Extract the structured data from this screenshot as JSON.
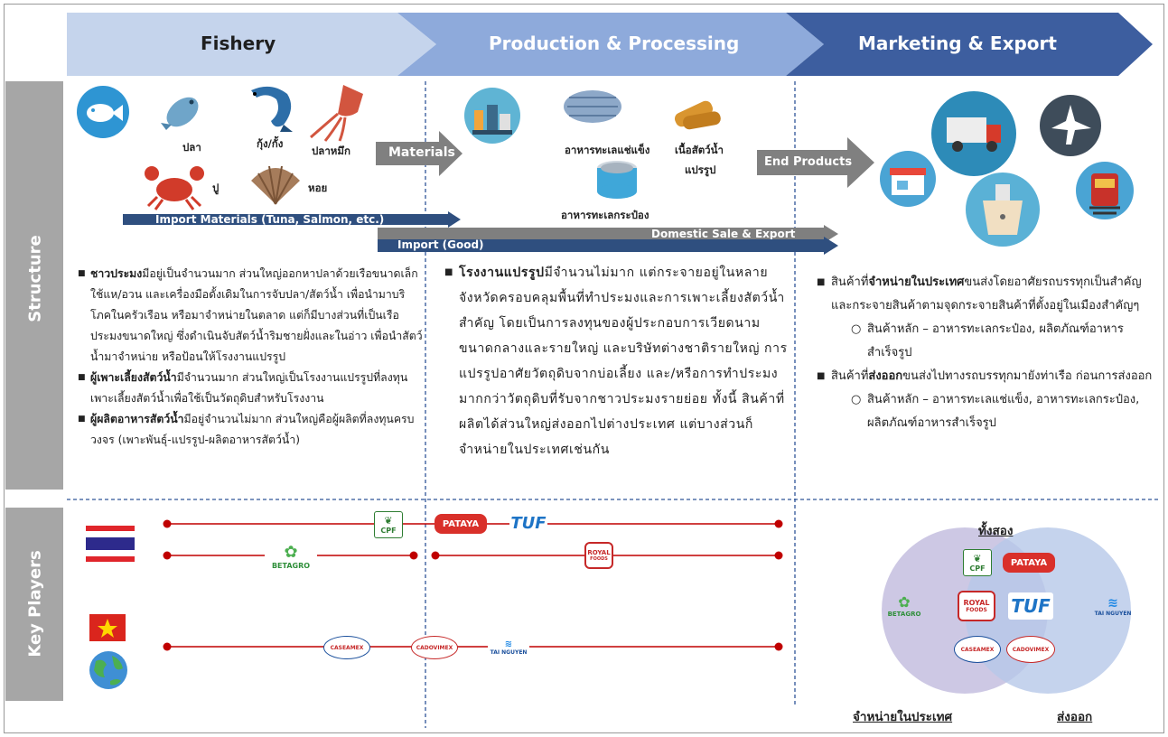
{
  "stages": {
    "fishery": "Fishery",
    "production": "Production & Processing",
    "marketing": "Marketing & Export"
  },
  "sidebar": {
    "structure": "Structure",
    "key_players": "Key Players"
  },
  "fishery_items": {
    "fish": "ปลา",
    "shrimp": "กุ้ง/กั้ง",
    "squid": "ปลาหมึก",
    "crab": "ปู",
    "shell": "หอย"
  },
  "production_items": {
    "frozen": "อาหารทะเลแช่แข็ง",
    "processed_line1": "เนื้อสัตว์น้ำ",
    "processed_line2": "แปรรูป",
    "canned": "อาหารทะเลกระป๋อง"
  },
  "arrows": {
    "materials": "Materials",
    "end_products": "End Products",
    "import_materials": "Import Materials (Tuna, Salmon, etc.)",
    "domestic_export": "Domestic Sale & Export",
    "import_good": "Import (Good)"
  },
  "fishery_text": {
    "p1_bold": "ชาวประมง",
    "p1": "มีอยู่เป็นจำนวนมาก ส่วนใหญ่ออกหาปลาด้วยเรือขนาดเล็ก ใช้แห/อวน และเครื่องมือดั้งเดิมในการจับปลา/สัตว์น้ำ เพื่อนำมาบริโภคในครัวเรือน หรือมาจำหน่ายในตลาด แต่ก็มีบางส่วนที่เป็นเรือประมงขนาดใหญ่ ซึ่งดำเนินจับสัตว์น้ำริมชายฝั่งและในอ่าว เพื่อนำสัตว์น้ำมาจำหน่าย หรือป้อนให้โรงงานแปรรูป",
    "p2_bold": "ผู้เพาะเลี้ยงสัตว์น้ำ",
    "p2": "มีจำนวนมาก ส่วนใหญ่เป็นโรงงานแปรรูปที่ลงทุนเพาะเลี้ยงสัตว์น้ำเพื่อใช้เป็นวัตถุดิบสำหรับโรงงาน",
    "p3_bold": "ผู้ผลิตอาหารสัตว์น้ำ",
    "p3": "มีอยู่จำนวนไม่มาก ส่วนใหญ่คือผู้ผลิตที่ลงทุนครบวงจร (เพาะพันธุ์-แปรรูป-ผลิตอาหารสัตว์น้ำ)"
  },
  "production_text": {
    "p1_bold": "โรงงานแปรรูป",
    "p1": "มีจำนวนไม่มาก แต่กระจายอยู่ในหลายจังหวัดครอบคลุมพื้นที่ทำประมงและการเพาะเลี้ยงสัตว์น้ำสำคัญ โดยเป็นการลงทุนของผู้ประกอบการเวียดนามขนาดกลางและรายใหญ่ และบริษัทต่างชาติรายใหญ่ การแปรรูปอาศัยวัตถุดิบจากบ่อเลี้ยง และ/หรือการทำประมงมากกว่าวัตถุดิบที่รับจากชาวประมงรายย่อย ทั้งนี้ สินค้าที่ผลิตได้ส่วนใหญ่ส่งออกไปต่างประเทศ แต่บางส่วนก็จำหน่ายในประเทศเช่นกัน"
  },
  "marketing_text": {
    "p1_a": "สินค้าที่",
    "p1_bold": "จำหน่ายในประเทศ",
    "p1_b": "ขนส่งโดยอาศัยรถบรรทุกเป็นสำคัญ และกระจายสินค้าตามจุดกระจายสินค้าที่ตั้งอยู่ในเมืองสำคัญๆ",
    "p1_sub": "สินค้าหลัก – อาหารทะเลกระป๋อง, ผลิตภัณฑ์อาหารสำเร็จรูป",
    "p2_a": "สินค้าที่",
    "p2_bold": "ส่งออก",
    "p2_b": "ขนส่งไปทางรถบรรทุกมายังท่าเรือ ก่อนการส่งออก",
    "p2_sub": "สินค้าหลัก – อาหารทะเลแช่แข็ง, อาหารทะเลกระป๋อง, ผลิตภัณฑ์อาหารสำเร็จรูป"
  },
  "logos": {
    "cpf": "CPF",
    "pataya": "PATAYA",
    "tuf": "TUF",
    "betagro": "BETAGRO",
    "royal": "ROYAL",
    "royal_sub": "FOODS",
    "casemex": "CASEAMEX",
    "cadovimex": "CADOVIMEX",
    "tainguyen": "TAI NGUYEN"
  },
  "venn": {
    "both": "ทั้งสอง",
    "domestic": "จำหน่ายในประเทศ",
    "export": "ส่งออก"
  },
  "colors": {
    "stage1": "#b4c7e7",
    "stage2": "#8faadc",
    "stage3": "#2f5597",
    "darkbar": "#2f4f7f",
    "graybar": "#7f7f7f",
    "red": "#c00000",
    "vennLeft": "#c9c3e0",
    "vennRight": "#b4c7e7"
  }
}
